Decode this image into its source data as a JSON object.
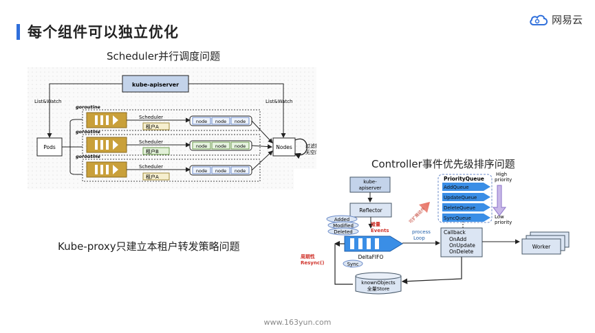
{
  "header": {
    "title": "每个组件可以独立优化",
    "logo_text": "网易云"
  },
  "colors": {
    "accent": "#2f6fdb",
    "queue_gold": "#c9a03a",
    "fifo_blue": "#3a8ee6"
  },
  "sections": {
    "scheduler_caption": "Scheduler并行调度问题",
    "controller_caption": "Controller事件优先级排序问题",
    "kubeproxy_caption": "Kube-proxy只建立本租户转发策略问题"
  },
  "scheduler_diagram": {
    "apiserver": "kube-apiserver",
    "list_watch_left": "List&Watch",
    "list_watch_right": "List&Watch",
    "pods": "Pods",
    "nodes": "Nodes",
    "filter_note_1": "过滤掉",
    "filter_note_2": "无空闲资源Node",
    "rows": [
      {
        "goroutine": "goroutine",
        "scheduler": "Scheduler",
        "tenant": "租户A",
        "nodes": [
          "node",
          "node",
          "node"
        ]
      },
      {
        "goroutine": "goroutine",
        "scheduler": "Scheduler",
        "tenant": "租户B",
        "nodes": [
          "node",
          "node",
          "node"
        ]
      },
      {
        "goroutine": "goroutine",
        "scheduler": "Scheduler",
        "tenant": "租户A",
        "nodes": [
          "node",
          "node",
          "node"
        ]
      }
    ]
  },
  "controller_diagram": {
    "apiserver_1": "kube-",
    "apiserver_2": "apiserver",
    "reflector": "Reflector",
    "events": [
      "Added",
      "Modified",
      "Deleted"
    ],
    "incr_1": "增量",
    "incr_2": "Events",
    "deltafifo": "DeltaFIFO",
    "resync_1": "周期性",
    "resync_2": "Resync()",
    "sync": "Sync",
    "store_1": "knownObjects",
    "store_2": "全量Store",
    "process_1": "process",
    "process_2": "Loop",
    "callback": [
      "Callback",
      "OnAdd",
      "OnUpdate",
      "OnDelete"
    ],
    "worker": "Worker",
    "pq_title": "PriorityQueue",
    "pq_items": [
      "AddQueue",
      "UpdateQueue",
      "DeleteQueue",
      "SyncQueue"
    ],
    "high_1": "High",
    "high_2": "priority",
    "low_1": "Low",
    "low_2": "priority",
    "watermark": "可扩展组件"
  },
  "footer": "www.163yun.com"
}
